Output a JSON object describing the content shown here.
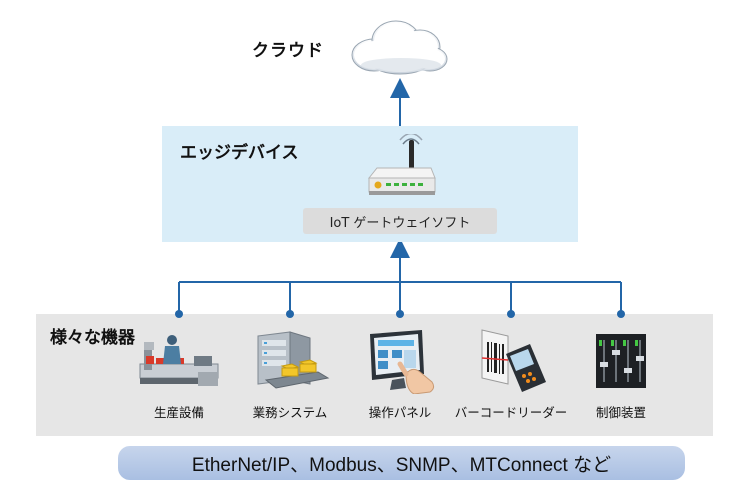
{
  "cloud": {
    "label": "クラウド",
    "icon": "cloud-icon"
  },
  "edge": {
    "label": "エッジデバイス",
    "router_icon": "router-icon",
    "software_label": "IoT ゲートウェイソフト"
  },
  "devices": {
    "label": "様々な機器",
    "items": [
      {
        "label": "生産設備",
        "icon": "factory-equipment-icon"
      },
      {
        "label": "業務システム",
        "icon": "server-rack-icon"
      },
      {
        "label": "操作パネル",
        "icon": "touch-panel-icon"
      },
      {
        "label": "バーコードリーダー",
        "icon": "barcode-reader-icon"
      },
      {
        "label": "制御装置",
        "icon": "control-console-icon"
      }
    ]
  },
  "protocols": {
    "label": "EtherNet/IP、Modbus、SNMP、MTConnect など"
  },
  "colors": {
    "connector": "#2366a8",
    "edge_bg": "#d9edf8",
    "devices_bg": "#e6e6e6",
    "protocol_bar": "#b7c9e8"
  }
}
